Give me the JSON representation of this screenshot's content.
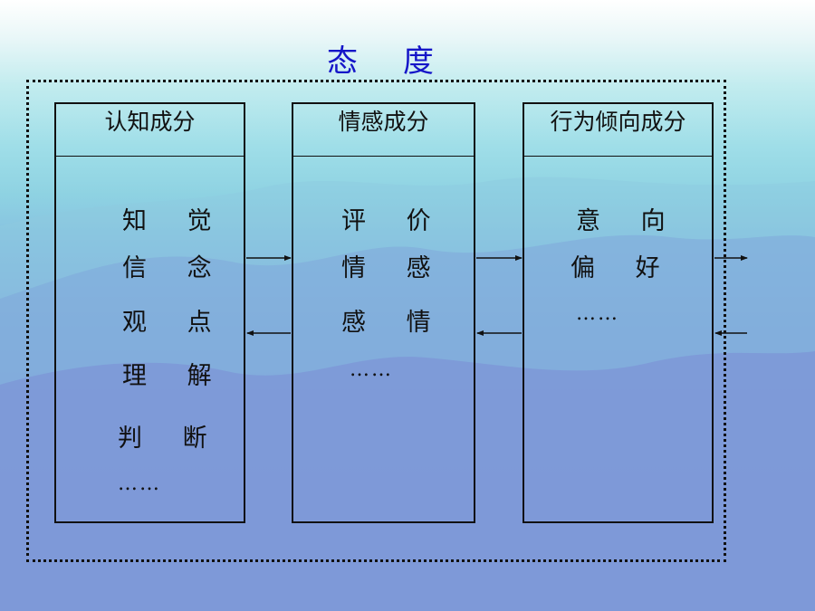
{
  "title": {
    "left": "态",
    "right": "度"
  },
  "components": [
    {
      "header": "认知成分",
      "items": [
        "知 觉",
        "信 念",
        "观 点",
        "理 解",
        "判 断",
        "……"
      ]
    },
    {
      "header": "情感成分",
      "items": [
        "评 价",
        "情 感",
        "感 情",
        "……"
      ]
    },
    {
      "header": "行为倾向成分",
      "items": [
        "意 向",
        "偏 好",
        "……"
      ]
    }
  ],
  "colors": {
    "title": "#1515c8",
    "lines": "#111111"
  }
}
